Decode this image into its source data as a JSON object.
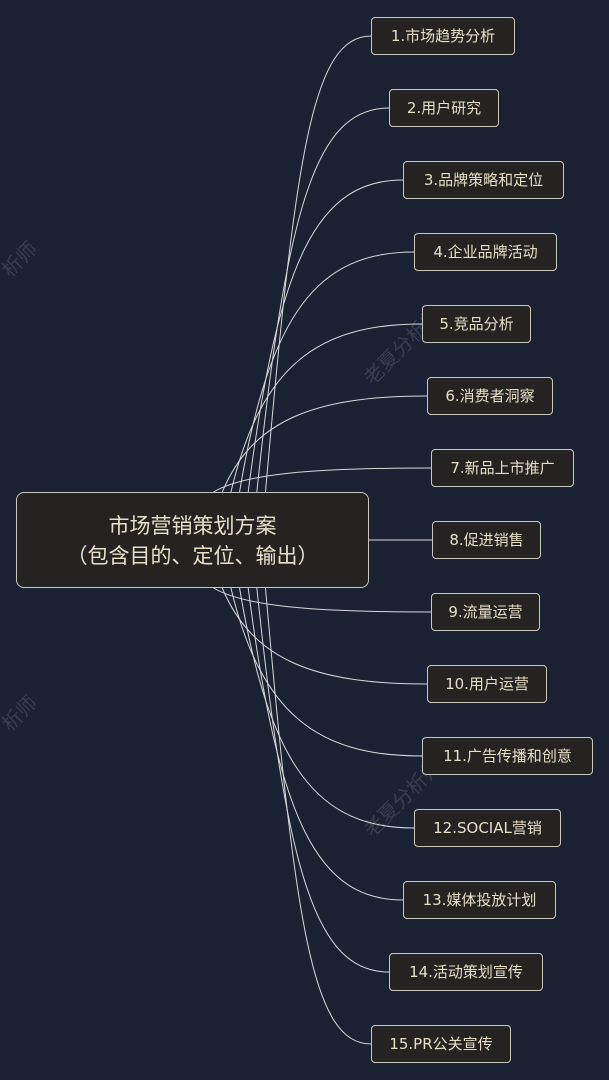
{
  "colors": {
    "background": "#1a2133",
    "node_fill": "#242321",
    "node_border": "#c9c6bc",
    "node_text": "#e6dfc6",
    "connector": "#d8d8d8"
  },
  "root": {
    "line1": "市场营销策划方案",
    "line2": "（包含目的、定位、输出）"
  },
  "topics": [
    "1.市场趋势分析",
    "2.用户研究",
    "3.品牌策略和定位",
    "4.企业品牌活动",
    "5.竞品分析",
    "6.消费者洞察",
    "7.新品上市推广",
    "8.促进销售",
    "9.流量运营",
    "10.用户运营",
    "11.广告传播和创意",
    "12.SOCIAL营销",
    "13.媒体投放计划",
    "14.活动策划宣传",
    "15.PR公关宣传"
  ],
  "watermark": {
    "text_full": "老夏分析师",
    "text_partial": "析师"
  }
}
